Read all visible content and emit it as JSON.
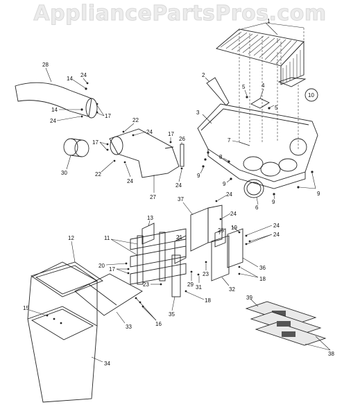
{
  "watermark": "AppliancePartsPros.com",
  "callouts": [
    {
      "key": "c1",
      "text": "1"
    },
    {
      "key": "c2",
      "text": "2"
    },
    {
      "key": "c3",
      "text": "3"
    },
    {
      "key": "c4",
      "text": "4"
    },
    {
      "key": "c5a",
      "text": "5"
    },
    {
      "key": "c5b",
      "text": "5"
    },
    {
      "key": "c6",
      "text": "6"
    },
    {
      "key": "c7",
      "text": "7"
    },
    {
      "key": "c8",
      "text": "8"
    },
    {
      "key": "c9a",
      "text": "9"
    },
    {
      "key": "c9b",
      "text": "9"
    },
    {
      "key": "c9c",
      "text": "9"
    },
    {
      "key": "c9d",
      "text": "9"
    },
    {
      "key": "c10",
      "text": "10"
    },
    {
      "key": "c11",
      "text": "11"
    },
    {
      "key": "c12",
      "text": "12"
    },
    {
      "key": "c13",
      "text": "13"
    },
    {
      "key": "c14a",
      "text": "14"
    },
    {
      "key": "c14b",
      "text": "14"
    },
    {
      "key": "c15",
      "text": "15"
    },
    {
      "key": "c16",
      "text": "16"
    },
    {
      "key": "c17a",
      "text": "17"
    },
    {
      "key": "c17b",
      "text": "17"
    },
    {
      "key": "c17c",
      "text": "17"
    },
    {
      "key": "c17d",
      "text": "17"
    },
    {
      "key": "c18a",
      "text": "18"
    },
    {
      "key": "c18b",
      "text": "18"
    },
    {
      "key": "c19",
      "text": "19"
    },
    {
      "key": "c20",
      "text": "20"
    },
    {
      "key": "c21",
      "text": "21"
    },
    {
      "key": "c22a",
      "text": "22"
    },
    {
      "key": "c22b",
      "text": "22"
    },
    {
      "key": "c23a",
      "text": "23"
    },
    {
      "key": "c23b",
      "text": "23"
    },
    {
      "key": "c24a",
      "text": "24"
    },
    {
      "key": "c24b",
      "text": "24"
    },
    {
      "key": "c24c",
      "text": "24"
    },
    {
      "key": "c24d",
      "text": "24"
    },
    {
      "key": "c24e",
      "text": "24"
    },
    {
      "key": "c24f",
      "text": "24"
    },
    {
      "key": "c24g",
      "text": "24"
    },
    {
      "key": "c24h",
      "text": "24"
    },
    {
      "key": "c24i",
      "text": "24"
    },
    {
      "key": "c25",
      "text": "25"
    },
    {
      "key": "c26",
      "text": "26"
    },
    {
      "key": "c27",
      "text": "27"
    },
    {
      "key": "c28",
      "text": "28"
    },
    {
      "key": "c29",
      "text": "29"
    },
    {
      "key": "c30",
      "text": "30"
    },
    {
      "key": "c31",
      "text": "31"
    },
    {
      "key": "c32",
      "text": "32"
    },
    {
      "key": "c33",
      "text": "33"
    },
    {
      "key": "c34",
      "text": "34"
    },
    {
      "key": "c35",
      "text": "35"
    },
    {
      "key": "c36",
      "text": "36"
    },
    {
      "key": "c37",
      "text": "37"
    },
    {
      "key": "c38",
      "text": "38"
    },
    {
      "key": "c39",
      "text": "39"
    }
  ]
}
